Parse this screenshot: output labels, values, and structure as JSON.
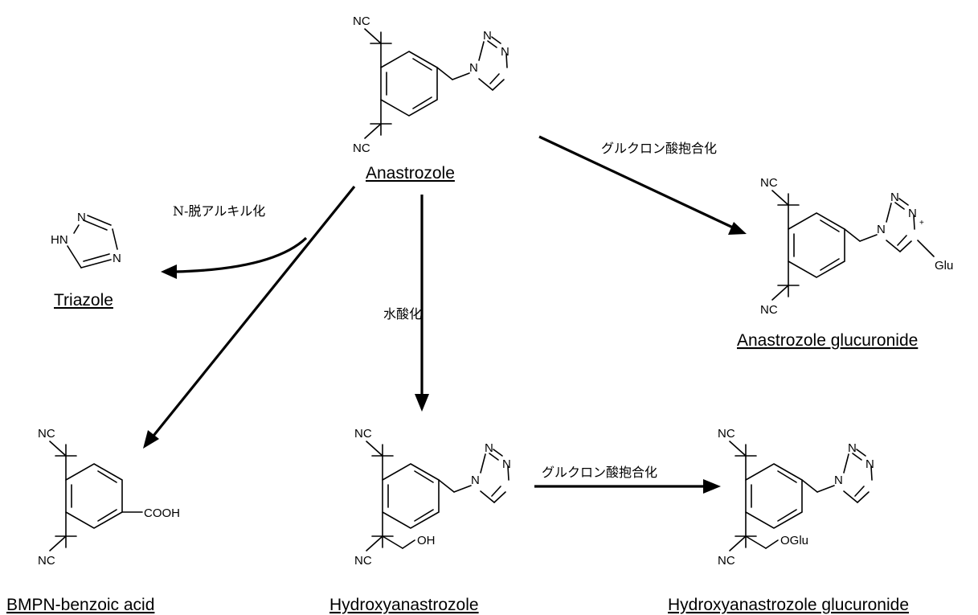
{
  "compounds": {
    "anastrozole": "Anastrozole",
    "triazole": "Triazole",
    "anastrozole_glucuronide": "Anastrozole glucuronide",
    "bmpn_benzoic_acid": "BMPN-benzoic acid",
    "hydroxyanastrozole": "Hydroxyanastrozole",
    "hydroxyanastrozole_glucuronide": "Hydroxyanastrozole glucuronide"
  },
  "reactions": {
    "n_dealkylation": "N-脱アルキル化",
    "hydroxylation": "水酸化",
    "glucuronidation_1": "グルクロン酸抱合化",
    "glucuronidation_2": "グルクロン酸抱合化"
  },
  "atoms": {
    "nc": "NC",
    "n": "N",
    "hn": "HN",
    "cooh": "COOH",
    "oh": "OH",
    "oglu": "OGlu",
    "glu": "Glu",
    "plus": "+"
  }
}
